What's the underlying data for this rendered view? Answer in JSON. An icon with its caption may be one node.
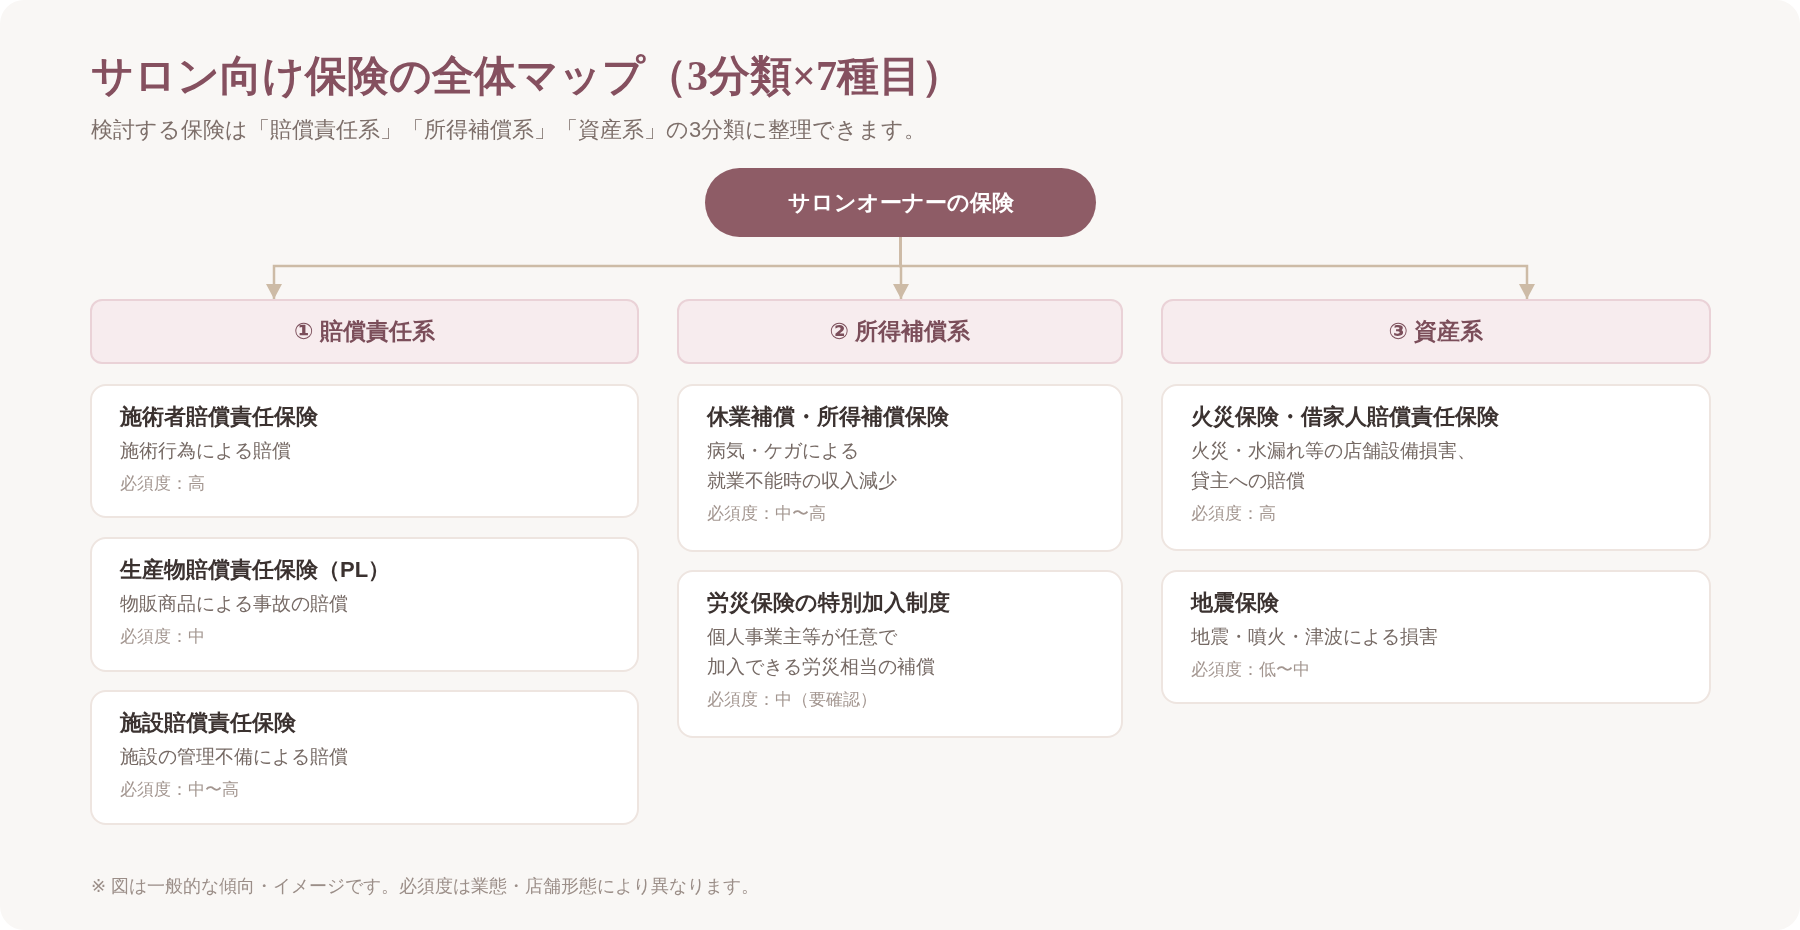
{
  "diagram": {
    "title": "サロン向け保険の全体マップ（3分類×7種目）",
    "nodes": [
      {
        "text": [
          "サロンオーナーの保険"
        ]
      },
      {
        "text": [
          "① 賠償責任系"
        ]
      },
      {
        "text": [
          "② 所得補償系"
        ]
      },
      {
        "text": [
          "③ 資産系"
        ]
      },
      {
        "text": [
          "施術者賠償責任保険",
          "施術行為による賠償",
          "必須度：高"
        ]
      },
      {
        "text": [
          "生産物賠償責任保険（PL）",
          "物販商品による事故の賠償",
          "必須度：中"
        ]
      },
      {
        "text": [
          "施設賠償責任保険",
          "施設の管理不備による賠償",
          "必須度：中〜高"
        ]
      },
      {
        "text": [
          "休業補償・所得補償保険",
          "病気・ケガによる就業不能時の収入減少",
          "必須度：中〜高"
        ]
      },
      {
        "text": [
          "労災保険の特別加入制度",
          "個人事業主等が任意で加入できる労災相当の補償",
          "必須度：中（要確認）"
        ]
      },
      {
        "text": [
          "火災保険・借家人賠償責任保険",
          "火災・水漏れ等の店舗設備損害、貸主への賠償",
          "必須度：高"
        ]
      },
      {
        "text": [
          "地震保険",
          "地震・噴火・津波による損害",
          "必須度：低〜中"
        ]
      }
    ],
    "edges": [
      {
        "from": 0,
        "to": 1,
        "arrow": "to"
      },
      {
        "from": 0,
        "to": 2,
        "arrow": "to"
      },
      {
        "from": 0,
        "to": 3,
        "arrow": "to"
      }
    ],
    "labels": [
      "検討する保険は「賠償責任系」「所得補償系」「資産系」の3分類に整理できます。",
      "※ 図は一般的な傾向・イメージです。必須度は業態・店舗形態により異なります。"
    ]
  }
}
